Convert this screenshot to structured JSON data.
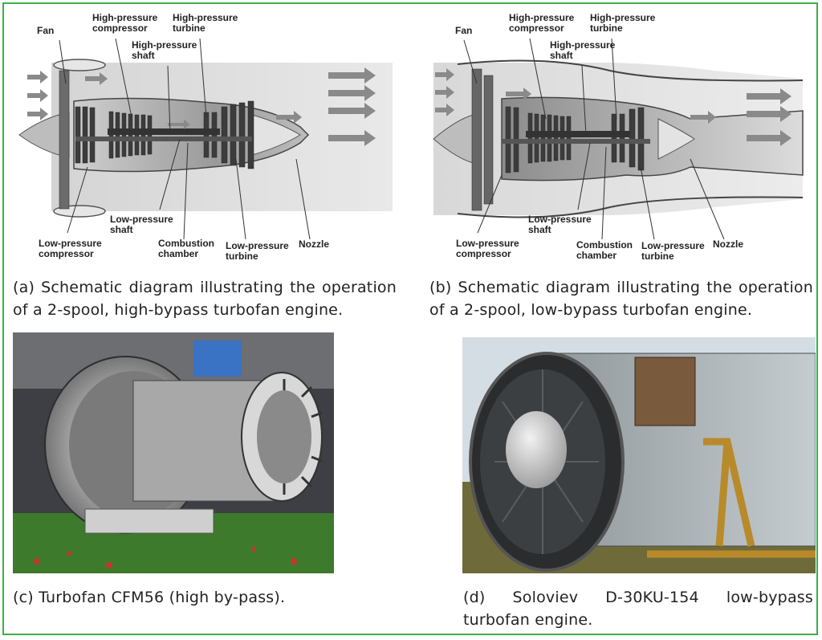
{
  "diagram_a": {
    "labels": {
      "fan": "Fan",
      "hp_compressor_1": "High-pressure",
      "hp_compressor_2": "compressor",
      "hp_turbine_1": "High-pressure",
      "hp_turbine_2": "turbine",
      "hp_shaft_1": "High-pressure",
      "hp_shaft_2": "shaft",
      "lp_shaft_1": "Low-pressure",
      "lp_shaft_2": "shaft",
      "lp_compressor_1": "Low-pressure",
      "lp_compressor_2": "compressor",
      "combustion_1": "Combustion",
      "combustion_2": "chamber",
      "lp_turbine_1": "Low-pressure",
      "lp_turbine_2": "turbine",
      "nozzle": "Nozzle"
    },
    "caption": "(a) Schematic diagram illustrating the operation of a 2-spool, high-bypass turbofan engine."
  },
  "diagram_b": {
    "labels": {
      "fan": "Fan",
      "hp_compressor_1": "High-pressure",
      "hp_compressor_2": "compressor",
      "hp_turbine_1": "High-pressure",
      "hp_turbine_2": "turbine",
      "hp_shaft_1": "High-pressure",
      "hp_shaft_2": "shaft",
      "lp_shaft_1": "Low-pressure",
      "lp_shaft_2": "shaft",
      "lp_compressor_1": "Low-pressure",
      "lp_compressor_2": "compressor",
      "combustion_1": "Combustion",
      "combustion_2": "chamber",
      "lp_turbine_1": "Low-pressure",
      "lp_turbine_2": "turbine",
      "nozzle": "Nozzle"
    },
    "caption": "(b) Schematic diagram illustrating the operation of a 2-spool, low-bypass turbofan engine."
  },
  "photo_c": {
    "caption": "(c) Turbofan CFM56 (high by-pass)."
  },
  "photo_d": {
    "caption": "(d) Soloviev D-30KU-154 low-bypass turbofan engine."
  },
  "colors": {
    "frame": "#3cae49"
  }
}
